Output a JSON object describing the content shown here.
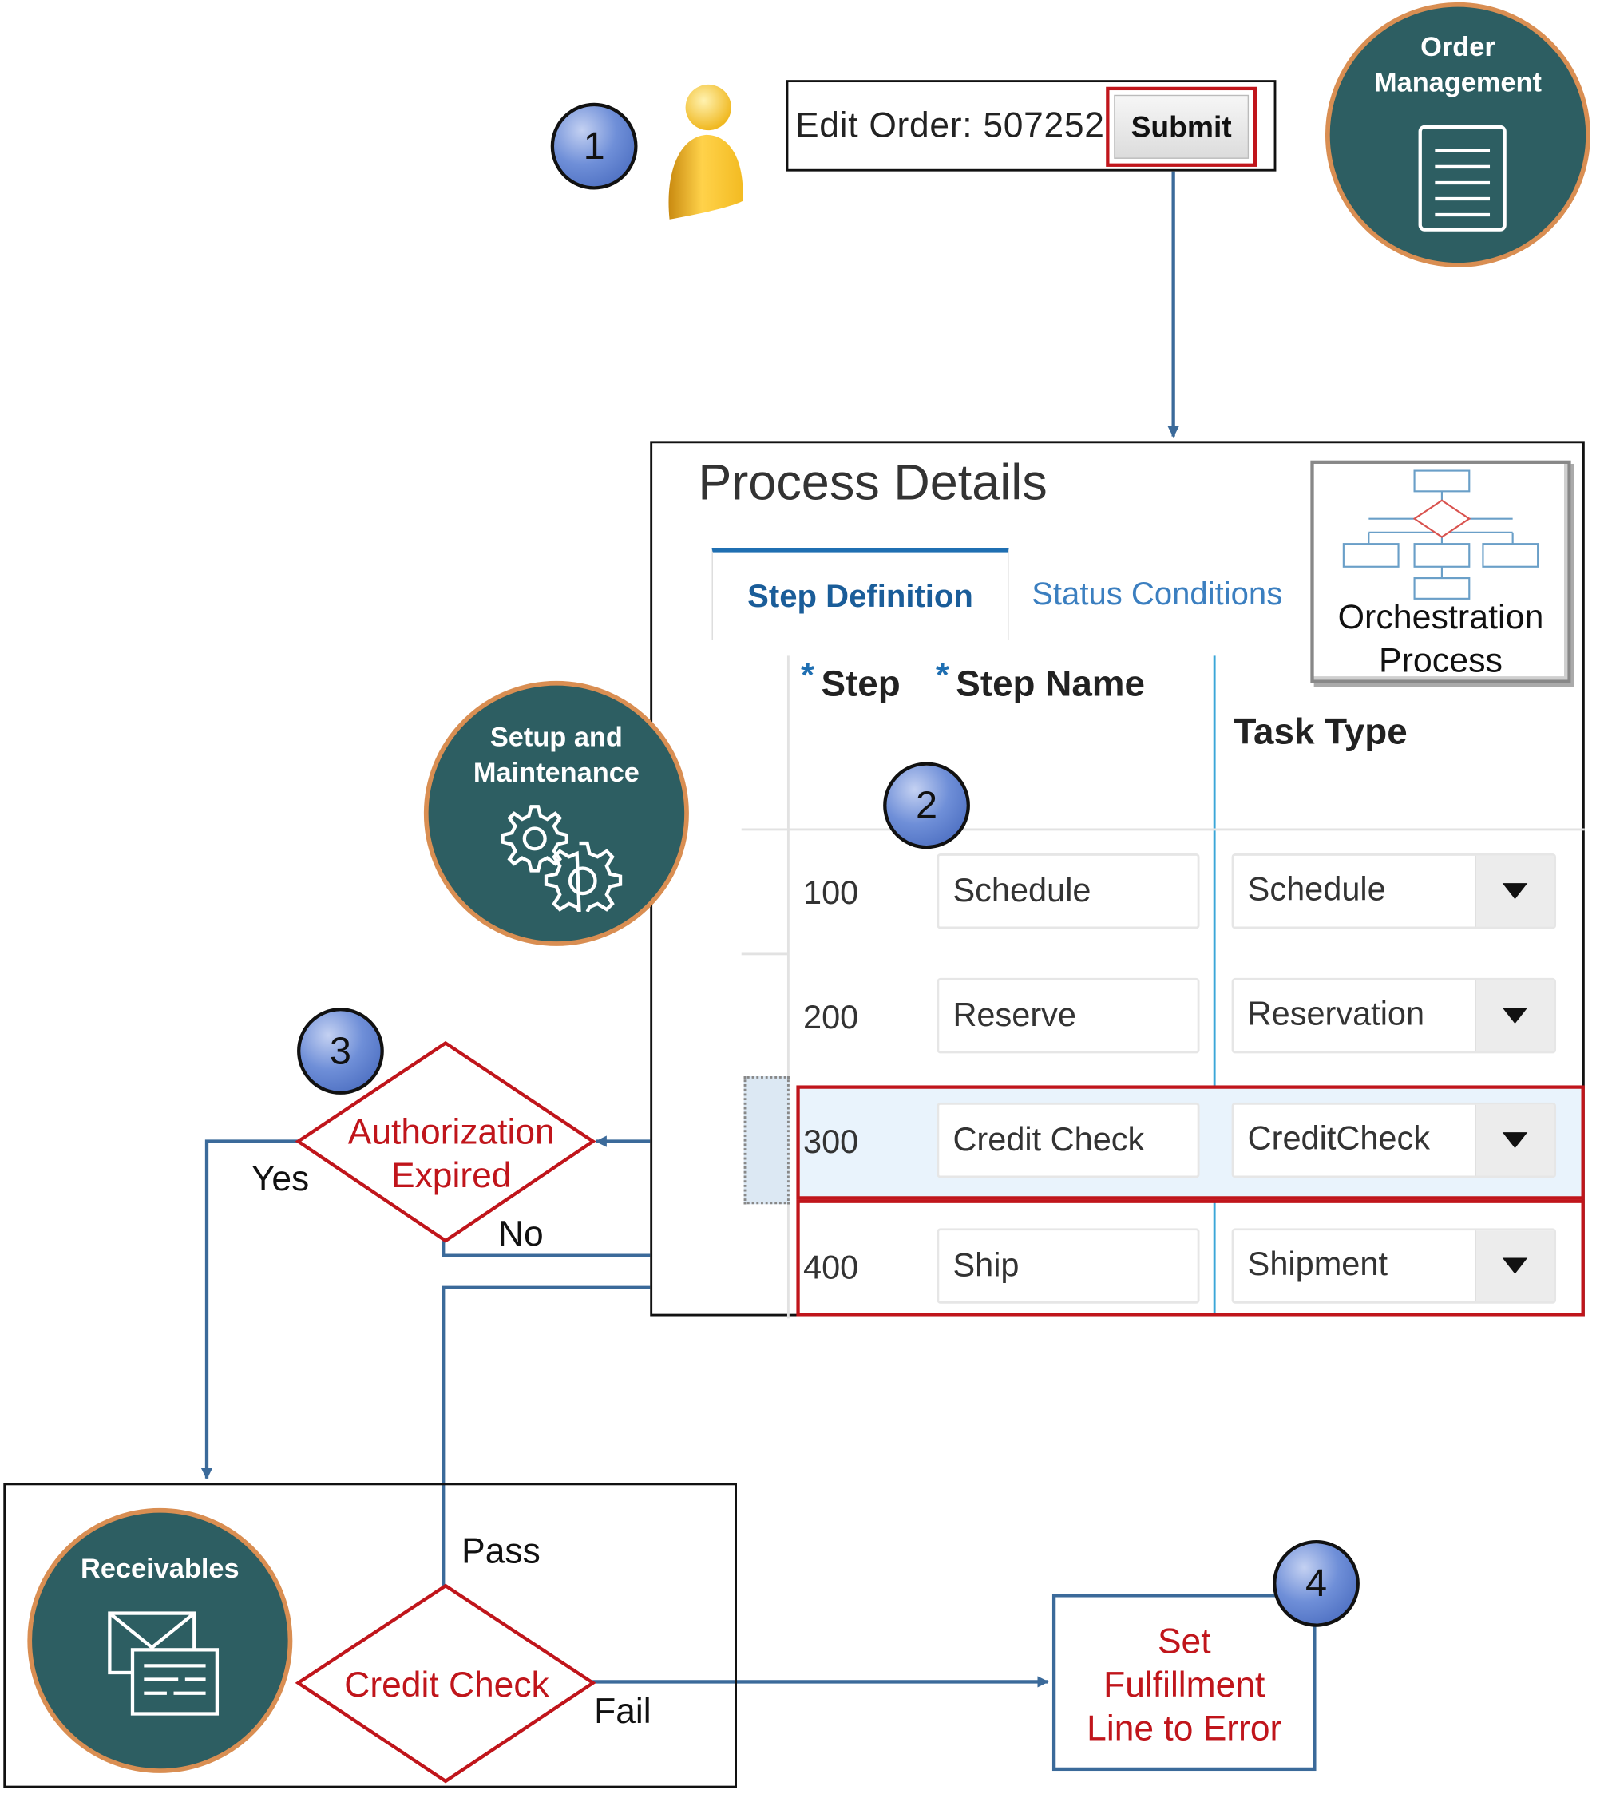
{
  "badges": {
    "one": "1",
    "two": "2",
    "three": "3",
    "four": "4"
  },
  "edit_order": {
    "label": "Edit Order: 507252",
    "submit_label": "Submit"
  },
  "apps": {
    "order_management": "Order Management",
    "setup_maintenance": "Setup and Maintenance",
    "receivables": "Receivables"
  },
  "process_details": {
    "title": "Process Details",
    "tabs": {
      "step_definition": "Step Definition",
      "status_conditions": "Status Conditions"
    },
    "columns": {
      "step": "Step",
      "step_name": "Step Name",
      "task_type": "Task Type",
      "required_marker": "*"
    },
    "rows": [
      {
        "step": "100",
        "step_name": "Schedule",
        "task_type": "Schedule"
      },
      {
        "step": "200",
        "step_name": "Reserve",
        "task_type": "Reservation"
      },
      {
        "step": "300",
        "step_name": "Credit Check",
        "task_type": "CreditCheck"
      },
      {
        "step": "400",
        "step_name": "Ship",
        "task_type": "Shipment"
      }
    ]
  },
  "orchestration": {
    "line1": "Orchestration",
    "line2": "Process"
  },
  "flow": {
    "auth_line1": "Authorization",
    "auth_line2": "Expired",
    "yes": "Yes",
    "no": "No",
    "pass": "Pass",
    "fail": "Fail",
    "credit_check": "Credit Check",
    "error_line1": "Set",
    "error_line2": "Fulfillment",
    "error_line3": "Line to Error"
  },
  "colors": {
    "connector": "#3b6a9a",
    "highlight": "#c0151b",
    "app_circle": "#2d5e62",
    "app_ring": "#d98e52"
  }
}
